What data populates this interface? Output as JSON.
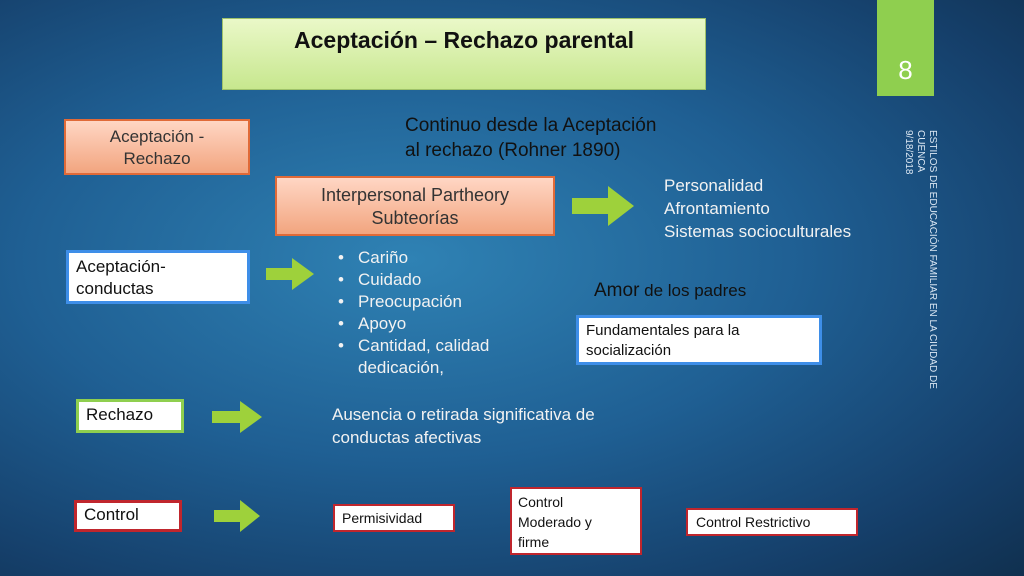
{
  "slide": {
    "title": "Aceptación – Rechazo parental",
    "page_number": "8",
    "footer": {
      "text": "ESTILOS DE EDUCACIÓN FAMILIAR EN LA CIUDAD DE CUENCA",
      "date": "9/18/2018"
    }
  },
  "boxes": {
    "aceptacion_rechazo": [
      "Aceptación -",
      "Rechazo"
    ],
    "interpersonal": [
      "Interpersonal Partheory",
      "Subteorías"
    ],
    "aceptacion_conductas": [
      "Aceptación-",
      "conductas"
    ],
    "rechazo": "Rechazo",
    "control": "Control",
    "fundamentales": [
      "Fundamentales para  la",
      "socialización"
    ],
    "permisividad": "Permisividad",
    "control_moderado": [
      "Control",
      "Moderado y",
      "firme"
    ],
    "control_restrictivo": "Control Restrictivo"
  },
  "text": {
    "continuo": [
      "Continuo desde la Aceptación",
      "al rechazo   (Rohner 1890)"
    ],
    "subteorias_list": [
      "Personalidad",
      "Afrontamiento",
      "Sistemas socioculturales"
    ],
    "amor": "Amor",
    "amor_rest": " de los padres",
    "ausencia": [
      "Ausencia o retirada significativa de",
      "conductas afectivas"
    ]
  },
  "bullets": [
    "Cariño",
    "Cuidado",
    "Preocupación",
    "Apoyo",
    "Cantidad, calidad",
    "dedicación,"
  ],
  "colors": {
    "title_bg": "#c7e78e",
    "page_box": "#8fcf4f",
    "salmon_fill": "#f2a57f",
    "salmon_border": "#e06a38",
    "blue_border": "#3e8ee8",
    "green_border": "#8fcf4f",
    "red_border": "#c0262d",
    "arrow": "#9ed13b"
  },
  "icons": [
    "right-arrow-icon"
  ]
}
